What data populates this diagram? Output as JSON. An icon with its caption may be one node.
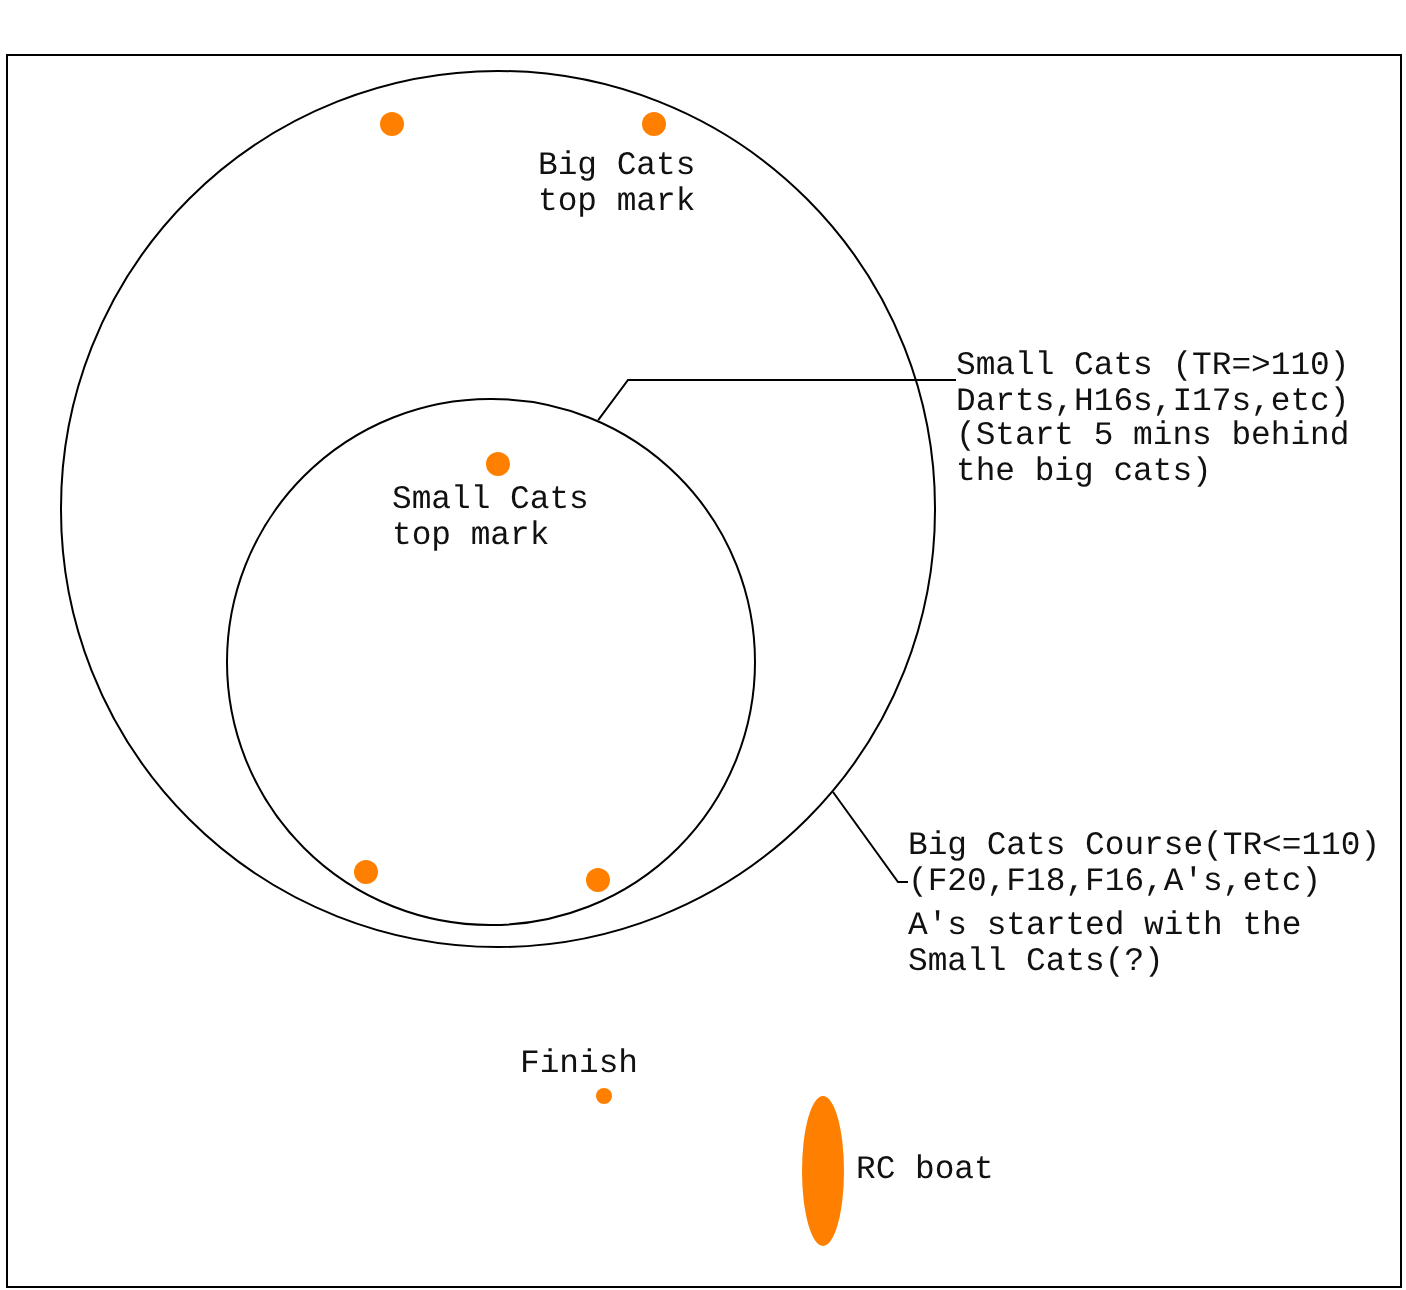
{
  "diagram": {
    "nodes": [
      {
        "text": [],
        "shape": "circle"
      },
      {
        "text": [],
        "shape": "circle",
        "in": 0
      },
      {
        "text": [],
        "shape": "circle",
        "in": 0,
        "beside": [
          "Big Cats top mark"
        ]
      },
      {
        "text": [
          "Small Cats (TR=>110) Darts,H16s,I17s,etc)",
          "(Start 5 mins behind the big cats)"
        ]
      },
      {
        "text": [],
        "shape": "circle",
        "in": 0
      },
      {
        "text": [],
        "shape": "circle",
        "in": 4,
        "beside": [
          "Small Cats top mark"
        ]
      },
      {
        "text": [],
        "shape": "circle",
        "in": 4
      },
      {
        "text": [],
        "shape": "circle",
        "in": 4
      },
      {
        "text": [
          "Big Cats Course(TR<=110) (F20,F18,F16,A's,etc)",
          "A's started with the Small Cats(?)"
        ]
      },
      {
        "text": [],
        "shape": "circle",
        "beside": [
          "Finish"
        ]
      },
      {
        "text": [],
        "shape": "ellipse",
        "beside": [
          "RC boat"
        ]
      }
    ],
    "edges": [
      {
        "from": 3,
        "to": 4,
        "arrow": "none"
      },
      {
        "from": 8,
        "to": 0,
        "arrow": "none"
      }
    ]
  }
}
